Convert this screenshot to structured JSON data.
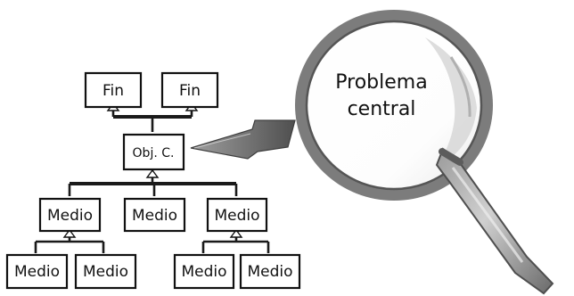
{
  "diagram": {
    "ends": [
      "Fin",
      "Fin"
    ],
    "central_objective": "Obj. C.",
    "means_level_1": [
      "Medio",
      "Medio",
      "Medio"
    ],
    "means_level_2": [
      "Medio",
      "Medio",
      "Medio",
      "Medio"
    ],
    "magnifier_text_line_1": "Problema",
    "magnifier_text_line_2": "central"
  },
  "icons": {
    "magnifier": "magnifying-glass-icon",
    "pointer": "pointer-arrow-icon"
  },
  "colors": {
    "box_border": "#111111",
    "magnifier_frame": "#6f6f6f",
    "magnifier_handle": "#7a7a7a",
    "pointer": "#5e5e5e"
  }
}
